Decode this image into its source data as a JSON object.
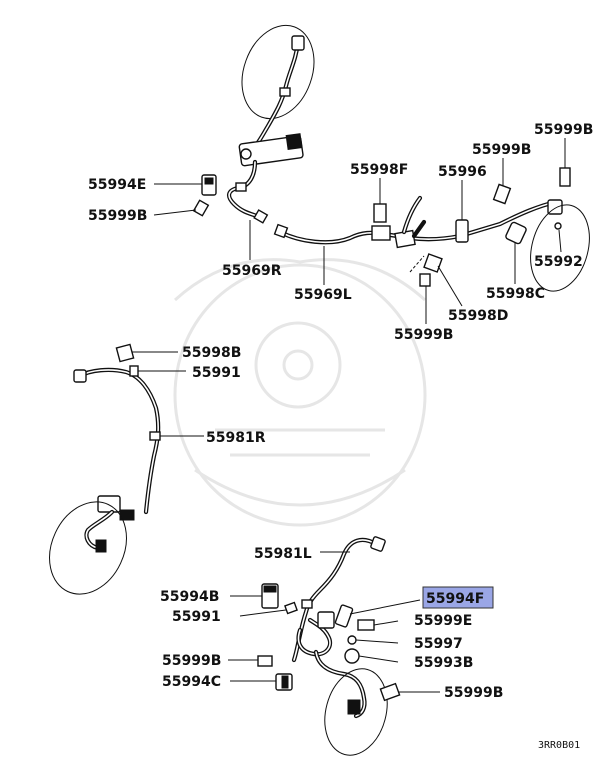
{
  "labels": {
    "l1": "55994E",
    "l2": "55999B",
    "l3": "55969R",
    "l4": "55998F",
    "l5": "55969L",
    "l6": "55996",
    "l7": "55999B",
    "l8": "55999B",
    "l9": "55992",
    "l10": "55998C",
    "l11": "55998D",
    "l12": "55999B",
    "l13": "55998B",
    "l14": "55991",
    "l15": "55981R",
    "l16": "55981L",
    "l17": "55994B",
    "l18": "55994F",
    "l19": "55991",
    "l20": "55999E",
    "l21": "55997",
    "l22": "55999B",
    "l23": "55993B",
    "l24": "55994C",
    "l25": "55999B"
  },
  "highlight_color": "#9aa6e6",
  "figure_code": "3RR0B01"
}
